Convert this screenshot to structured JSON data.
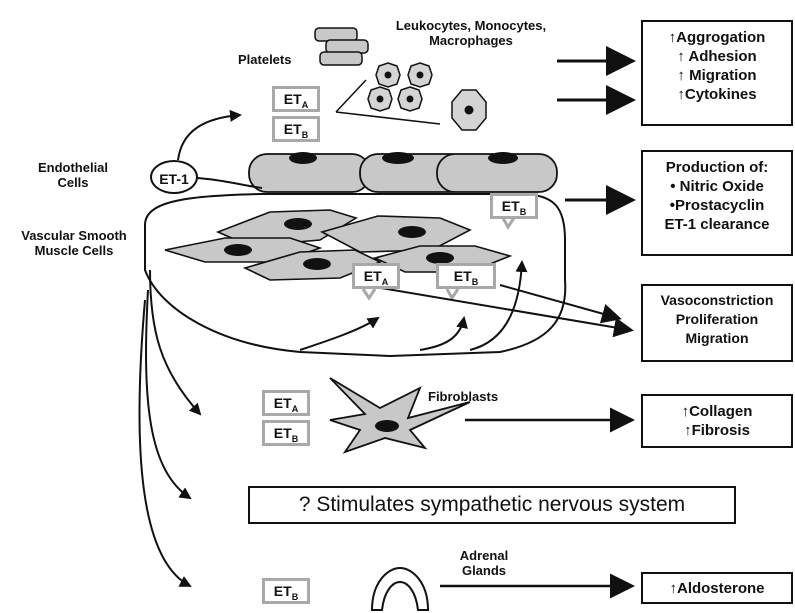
{
  "labels": {
    "platelets": "Platelets",
    "leukocytes_line1": "Leukocytes, Monocytes,",
    "leukocytes_line2": "Macrophages",
    "endothelial_line1": "Endothelial",
    "endothelial_line2": "Cells",
    "vsmc_line1": "Vascular Smooth",
    "vsmc_line2": "Muscle Cells",
    "fibroblasts": "Fibroblasts",
    "adrenal_line1": "Adrenal",
    "adrenal_line2": "Glands",
    "et1": "ET-1"
  },
  "receptors": {
    "et_base": "ET",
    "sub_a": "A",
    "sub_b": "B"
  },
  "outcome_boxes": {
    "leukocyte_effects": [
      "↑Aggrogation",
      "↑ Adhesion",
      "↑ Migration",
      "↑Cytokines"
    ],
    "endothelial_effects": [
      "Production of:",
      "• Nitric Oxide",
      "•Prostacyclin",
      "ET-1 clearance"
    ],
    "vsmc_effects": [
      "Vasoconstriction",
      "Proliferation",
      "Migration"
    ],
    "fibroblast_effects": [
      "↑Collagen",
      "↑Fibrosis"
    ],
    "adrenal_effects": [
      "↑Aldosterone"
    ]
  },
  "sympathetic": "? Stimulates sympathetic nervous system",
  "colors": {
    "ink": "#111111",
    "cell_fill": "#c8c8c8",
    "nucleus": "#111111",
    "receptor_border": "#a8a8a8"
  }
}
